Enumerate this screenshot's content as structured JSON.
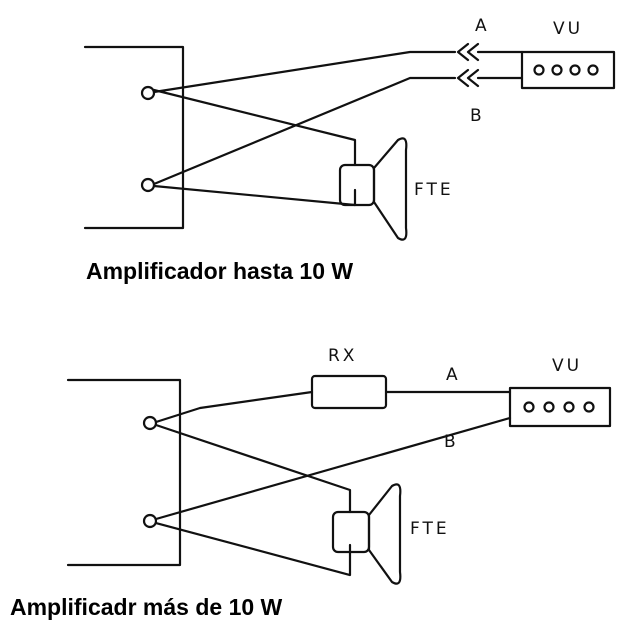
{
  "diagram1": {
    "caption": "Amplificador hasta 10 W",
    "label_a": "A",
    "label_b": "B",
    "label_vu": "VU",
    "label_fte": "FTE"
  },
  "diagram2": {
    "caption": "Amplificadr más de 10 W",
    "label_a": "A",
    "label_b": "B",
    "label_vu": "VU",
    "label_fte": "FTE",
    "label_rx": "RX"
  },
  "colors": {
    "ink": "#111111",
    "background": "#ffffff"
  }
}
